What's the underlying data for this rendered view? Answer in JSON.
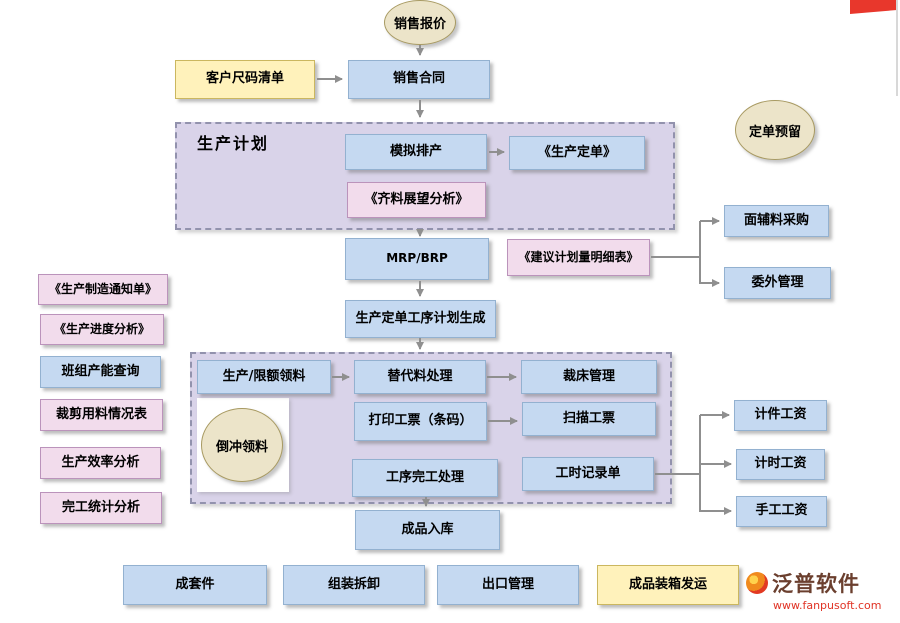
{
  "colors": {
    "blue_fill": "#c5d9f1",
    "blue_border": "#93b1d0",
    "pink_fill": "#f2dcec",
    "pink_border": "#bb93bb",
    "yellow_fill": "#fff2bb",
    "yellow_border": "#cbb75f",
    "ellipse_fill": "#ece4c9",
    "ellipse_border": "#a89a62",
    "container_fill": "#d9d3e9",
    "connector": "#8f8f8f",
    "logo_red": "#e03325"
  },
  "nodes": {
    "sales_quote": "销售报价",
    "customer_size_list": "客户尺码清单",
    "sales_contract": "销售合同",
    "production_plan_title": "生产计划",
    "simulated_scheduling": "模拟排产",
    "production_order": "《生产定单》",
    "material_outlook": "《齐料展望分析》",
    "mrp_brp": "MRP/BRP",
    "suggested_plan_detail": "《建议计划量明细表》",
    "order_reserve": "定单预留",
    "fabric_purchase": "面辅料采购",
    "outsourcing": "委外管理",
    "manufacture_notice": "《生产制造通知单》",
    "progress_analysis": "《生产进度分析》",
    "team_capacity": "班组产能查询",
    "cutting_material": "裁剪用料情况表",
    "efficiency_analysis": "生产效率分析",
    "completion_stats": "完工统计分析",
    "order_process_plan": "生产定单工序计划生成",
    "limit_picking": "生产/限额领料",
    "substitute_material": "替代料处理",
    "cutting_bed": "裁床管理",
    "backflush_picking": "倒冲领料",
    "print_ticket": "打印工票（条码）",
    "scan_ticket": "扫描工票",
    "process_completion": "工序完工处理",
    "work_hour_record": "工时记录单",
    "piece_wage": "计件工资",
    "time_wage": "计时工资",
    "manual_wage": "手工工资",
    "finished_storage": "成品入库",
    "kit_parts": "成套件",
    "assembly": "组装拆卸",
    "export_mgmt": "出口管理",
    "packing_shipping": "成品装箱发运"
  },
  "logo": {
    "brand": "泛普软件",
    "site": "www.fanpusoft.com"
  }
}
